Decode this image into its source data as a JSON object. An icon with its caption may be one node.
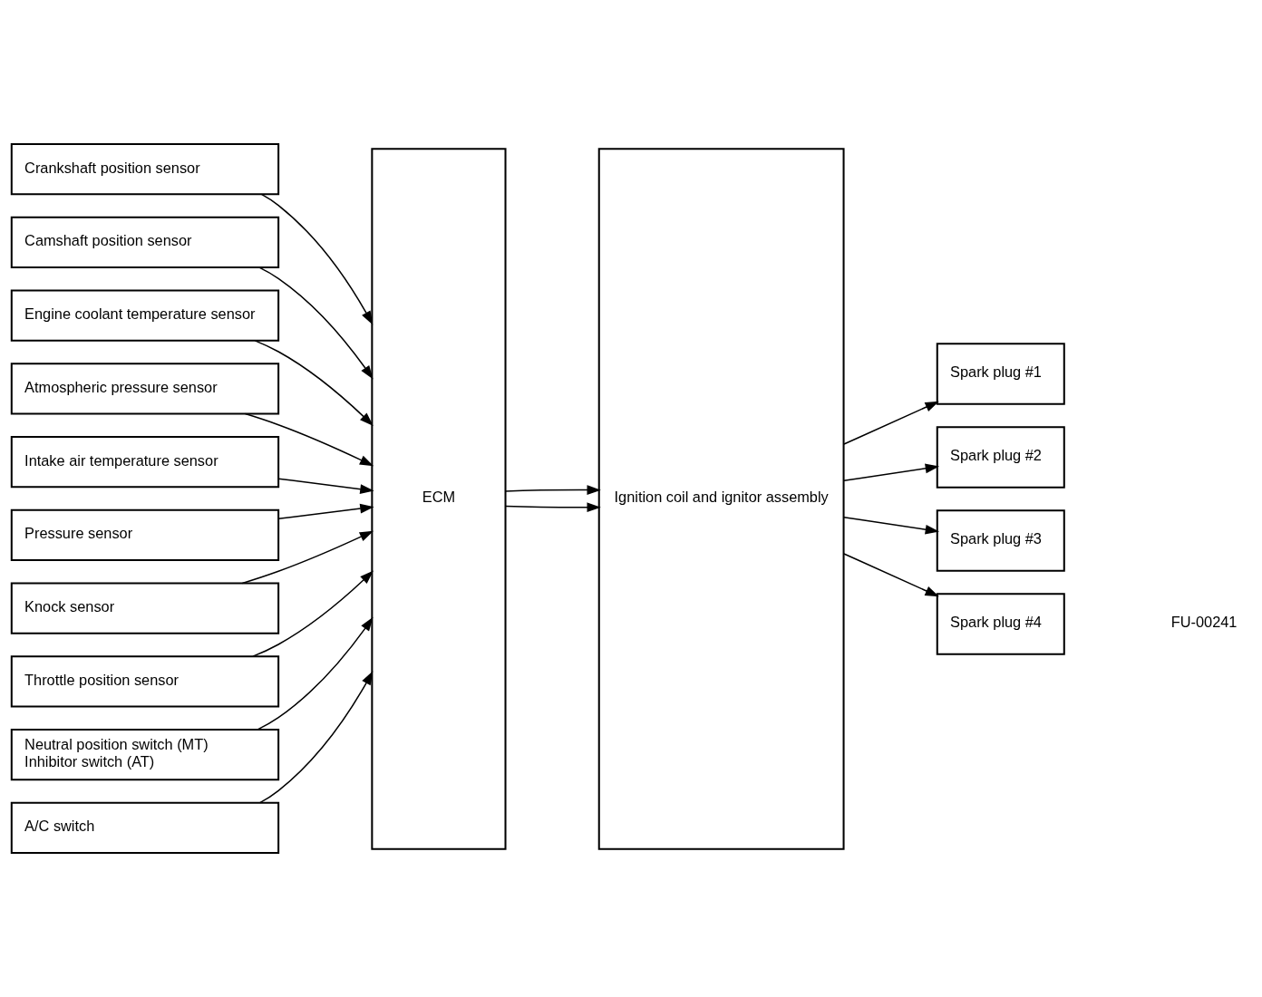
{
  "diagram": {
    "nodes": [
      {
        "text": [
          "Crankshaft position sensor"
        ]
      },
      {
        "text": [
          "Camshaft position sensor"
        ]
      },
      {
        "text": [
          "Engine coolant temperature sensor"
        ]
      },
      {
        "text": [
          "Atmospheric pressure sensor"
        ]
      },
      {
        "text": [
          "Intake air temperature sensor"
        ]
      },
      {
        "text": [
          "Pressure sensor"
        ]
      },
      {
        "text": [
          "Knock sensor"
        ]
      },
      {
        "text": [
          "Throttle position sensor"
        ]
      },
      {
        "text": [
          "Neutral position switch (MT)",
          "Inhibitor switch (AT)"
        ]
      },
      {
        "text": [
          "A/C switch"
        ]
      },
      {
        "text": [
          "ECM"
        ]
      },
      {
        "text": [
          "Ignition coil and ignitor assembly"
        ]
      },
      {
        "text": [
          "Spark plug #1"
        ]
      },
      {
        "text": [
          "Spark plug #2"
        ]
      },
      {
        "text": [
          "Spark plug #3"
        ]
      },
      {
        "text": [
          "Spark plug #4"
        ]
      }
    ],
    "edges": [
      {
        "from": 0,
        "to": 10,
        "arrow": "to"
      },
      {
        "from": 1,
        "to": 10,
        "arrow": "to"
      },
      {
        "from": 2,
        "to": 10,
        "arrow": "to"
      },
      {
        "from": 3,
        "to": 10,
        "arrow": "to"
      },
      {
        "from": 4,
        "to": 10,
        "arrow": "to"
      },
      {
        "from": 5,
        "to": 10,
        "arrow": "to"
      },
      {
        "from": 6,
        "to": 10,
        "arrow": "to"
      },
      {
        "from": 7,
        "to": 10,
        "arrow": "to"
      },
      {
        "from": 8,
        "to": 10,
        "arrow": "to"
      },
      {
        "from": 9,
        "to": 10,
        "arrow": "to"
      },
      {
        "from": 10,
        "to": 11,
        "arrow": "to"
      },
      {
        "from": 10,
        "to": 11,
        "arrow": "to"
      },
      {
        "from": 11,
        "to": 12,
        "arrow": "to"
      },
      {
        "from": 11,
        "to": 13,
        "arrow": "to"
      },
      {
        "from": 11,
        "to": 14,
        "arrow": "to"
      },
      {
        "from": 11,
        "to": 15,
        "arrow": "to"
      }
    ],
    "labels": [
      "FU-00241"
    ]
  }
}
